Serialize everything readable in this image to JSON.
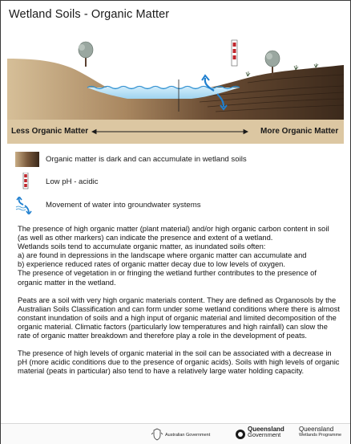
{
  "title": "Wetland Soils - Organic Matter",
  "axis": {
    "left_label": "Less Organic Matter",
    "right_label": "More Organic Matter"
  },
  "legend": [
    {
      "icon": "soil-swatch-icon",
      "text": "Organic matter is dark and can accumulate in wetland soils"
    },
    {
      "icon": "ph-meter-icon",
      "text": "Low pH - acidic"
    },
    {
      "icon": "groundwater-arrows-icon",
      "text": "Movement of water into groundwater systems"
    }
  ],
  "paragraphs": [
    [
      "The presence of high organic matter (plant material) and/or high organic carbon content in soil (as well as other markers) can indicate the presence and extent of a wetland.",
      "Wetlands soils tend to accumulate organic matter, as inundated soils often:",
      "a) are found in depressions in the landscape where organic matter can accumulate and",
      "b) experience reduced rates of organic matter decay due to low levels of oxygen.",
      "The presence of vegetation in or fringing the wetland further contributes to the presence of organic matter in the wetland."
    ],
    [
      "Peats are a soil with very high organic materials content. They are defined as Organosols by the Australian Soils Classification and can form under some wetland conditions where there is almost constant inundation of soils and a high input of organic material and limited decomposition of the organic material.  Climatic factors (particularly low temperatures and high rainfall) can slow the rate of organic matter breakdown and therefore play a role in the development of peats."
    ],
    [
      "The presence of high levels of organic material in the soil can be associated with a decrease in pH (more acidic conditions due to the presence of organic acids).  Soils with high levels of organic material (peats in particular) also tend to have a relatively large water holding capacity."
    ]
  ],
  "footer": {
    "logo1": "Australian Government",
    "logo2_top": "Queensland",
    "logo2_bottom": "Government",
    "logo3_top": "Queensland",
    "logo3_bottom": "Wetlands Programme"
  },
  "colors": {
    "soil_dark": "#3d2a1c",
    "soil_mid": "#8a6a48",
    "soil_light": "#c8ad86",
    "base_strip": "#dcc7a2",
    "water": "#bfe3f5",
    "water_line": "#2e8fd0",
    "sky": "#ffffff",
    "arrow_blue": "#1f7fcf"
  }
}
